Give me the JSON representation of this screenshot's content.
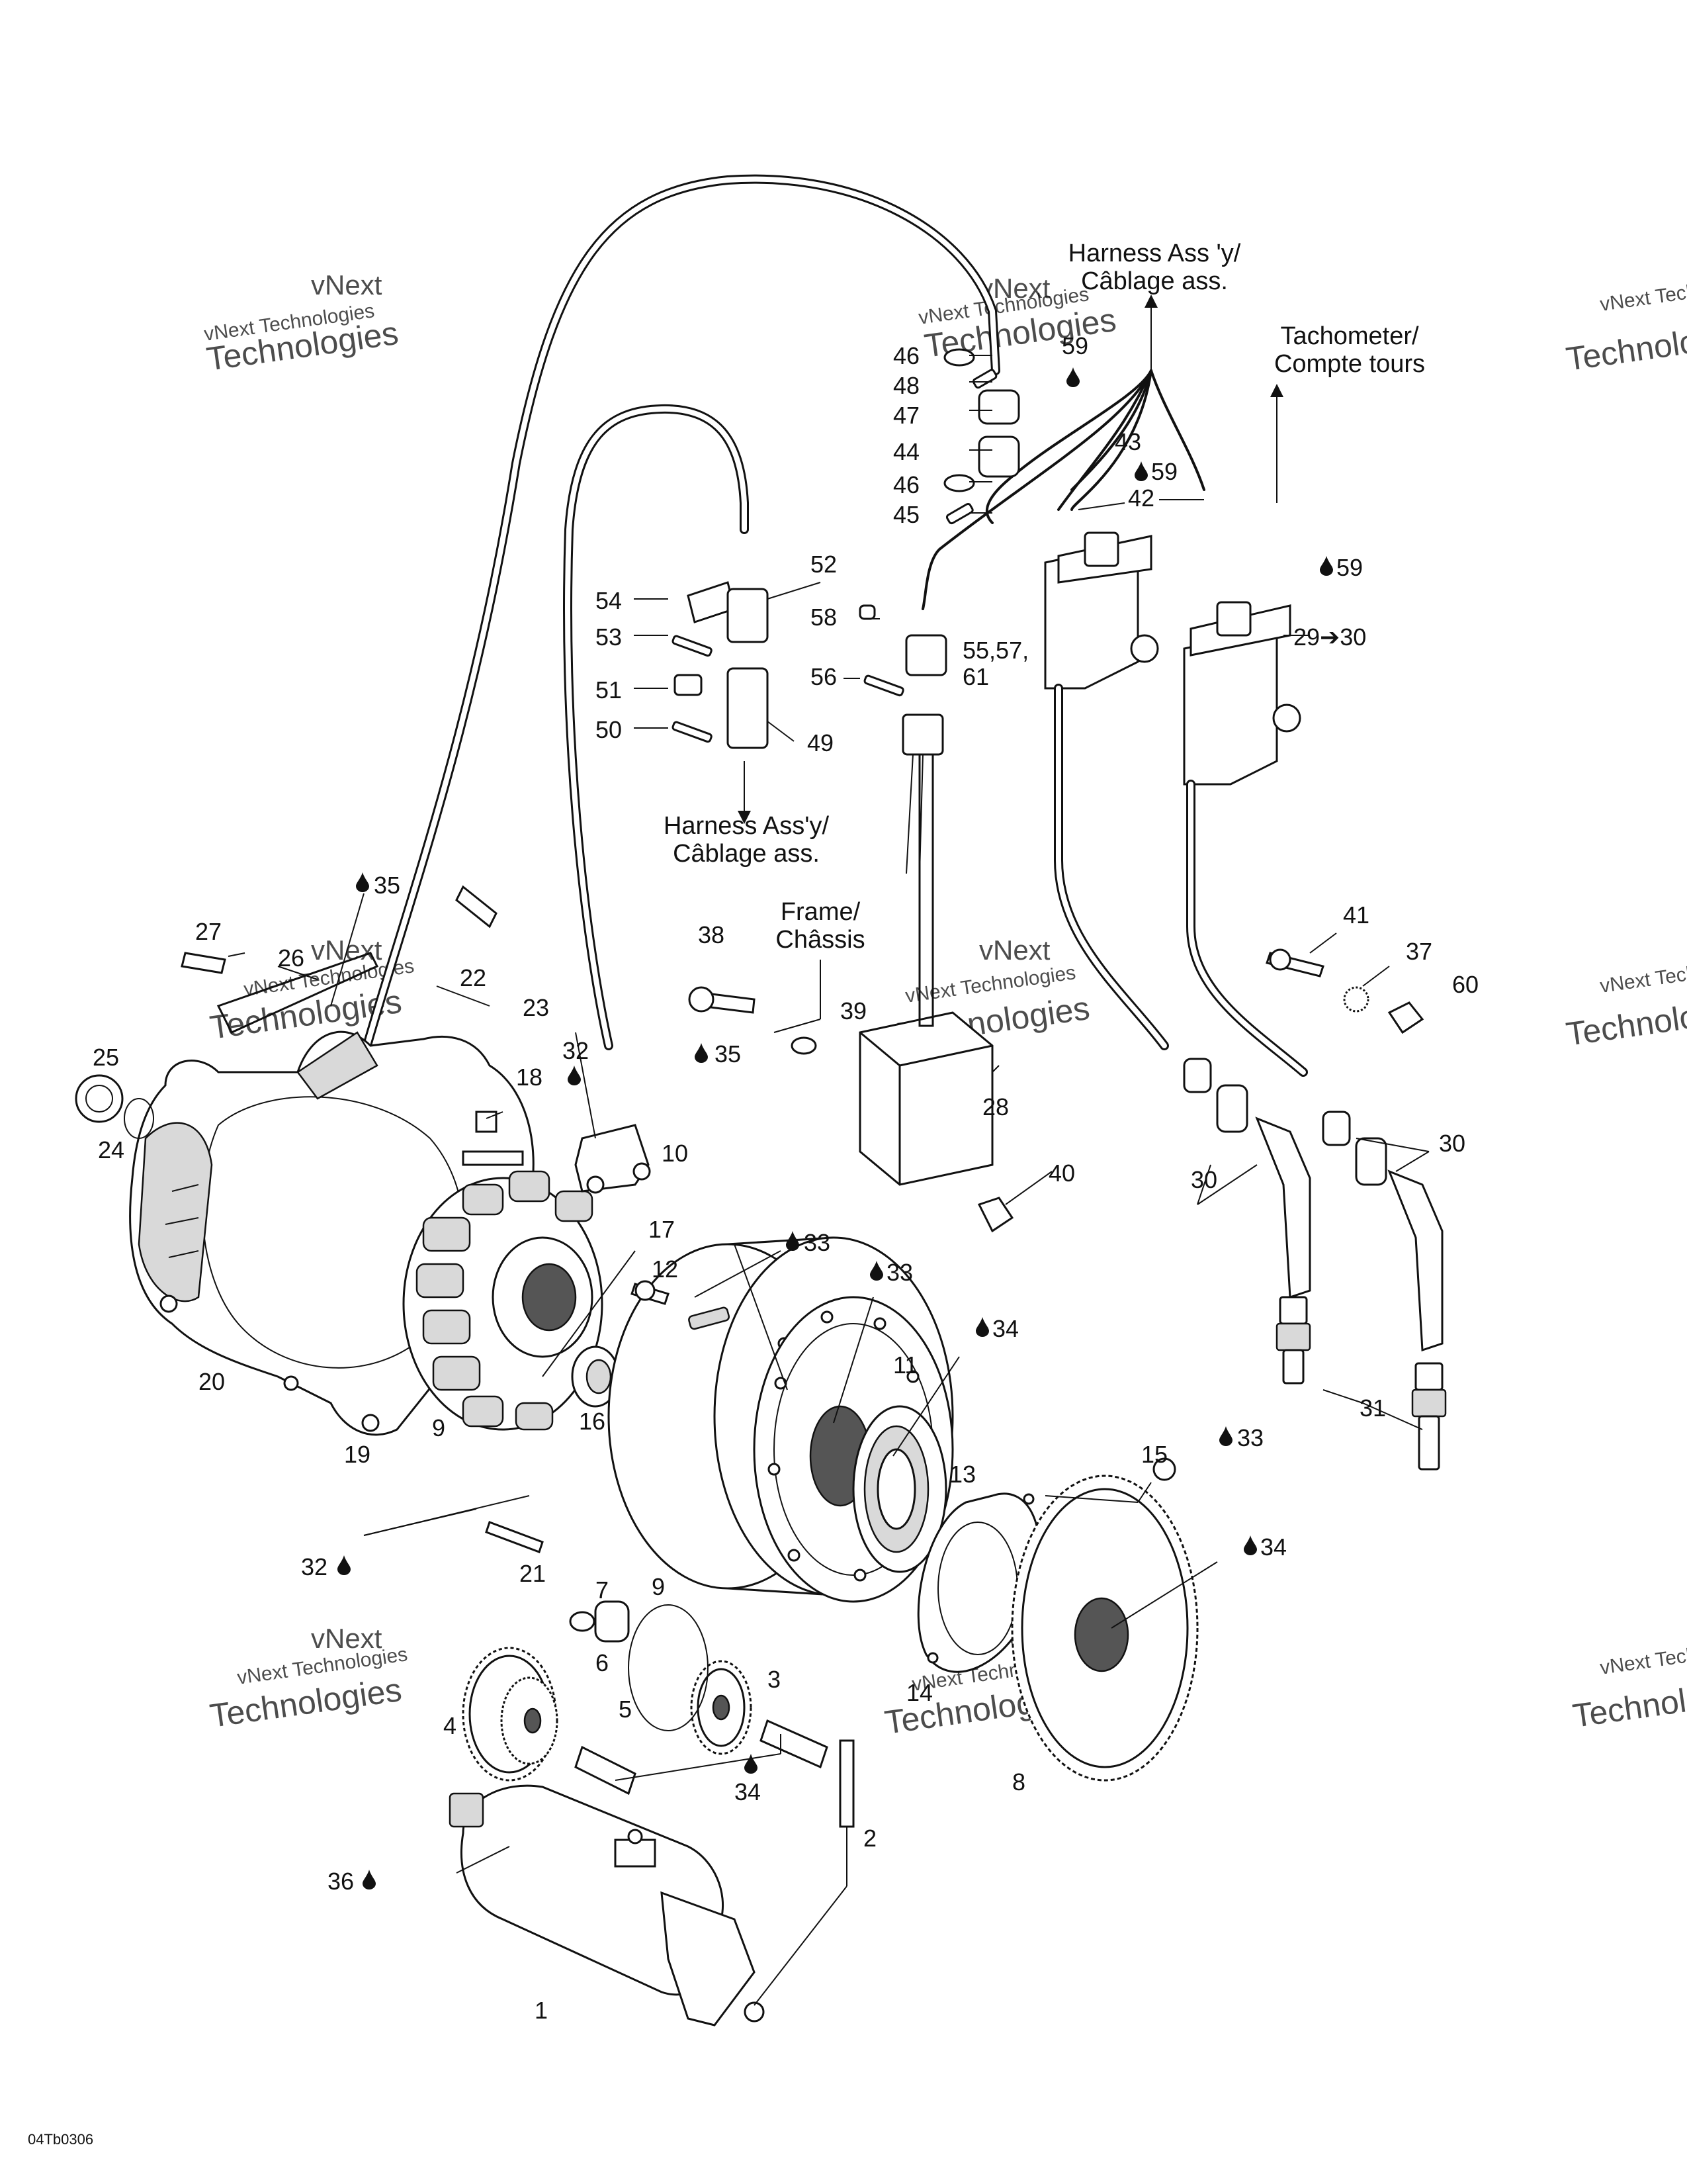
{
  "diagram_code": "04Tb0306",
  "watermark": {
    "line1": "vNext Technologies",
    "line2": "vNext",
    "line3": "Technologies"
  },
  "captions": {
    "harness_top_1": "Harness Ass 'y/",
    "harness_top_2": "Câblage ass.",
    "tachometer_1": "Tachometer/",
    "tachometer_2": "Compte tours",
    "harness_mid_1": "Harness Ass'y/",
    "harness_mid_2": "Câblage ass.",
    "frame_1": "Frame/",
    "frame_2": "Châssis"
  },
  "callouts": {
    "c1": "1",
    "c2": "2",
    "c3": "3",
    "c4": "4",
    "c5": "5",
    "c6": "6",
    "c7": "7",
    "c8": "8",
    "c9a": "9",
    "c9b": "9",
    "c10": "10",
    "c11": "11",
    "c12": "12",
    "c13": "13",
    "c14": "14",
    "c15": "15",
    "c16": "16",
    "c17": "17",
    "c18": "18",
    "c19": "19",
    "c20": "20",
    "c21": "21",
    "c22": "22",
    "c23": "23",
    "c24": "24",
    "c25": "25",
    "c26": "26",
    "c27": "27",
    "c28": "28",
    "c29": "29➔30",
    "c30a": "30",
    "c30b": "30",
    "c31": "31",
    "c32a": "32",
    "c32b": "32",
    "c33a": "33",
    "c33b": "33",
    "c33c": "33",
    "c34a": "34",
    "c34b": "34",
    "c34c": "34",
    "c35a": "35",
    "c35b": "35",
    "c36": "36",
    "c37": "37",
    "c38": "38",
    "c39": "39",
    "c40": "40",
    "c41": "41",
    "c42": "42",
    "c43": "43",
    "c44": "44",
    "c45": "45",
    "c46a": "46",
    "c46b": "46",
    "c47": "47",
    "c48": "48",
    "c49": "49",
    "c50": "50",
    "c51": "51",
    "c52": "52",
    "c53": "53",
    "c54": "54",
    "c55": "55,57,",
    "c55b": "61",
    "c56": "56",
    "c58": "58",
    "c59a": "59",
    "c59b": "59",
    "c59c": "59",
    "c60": "60"
  }
}
